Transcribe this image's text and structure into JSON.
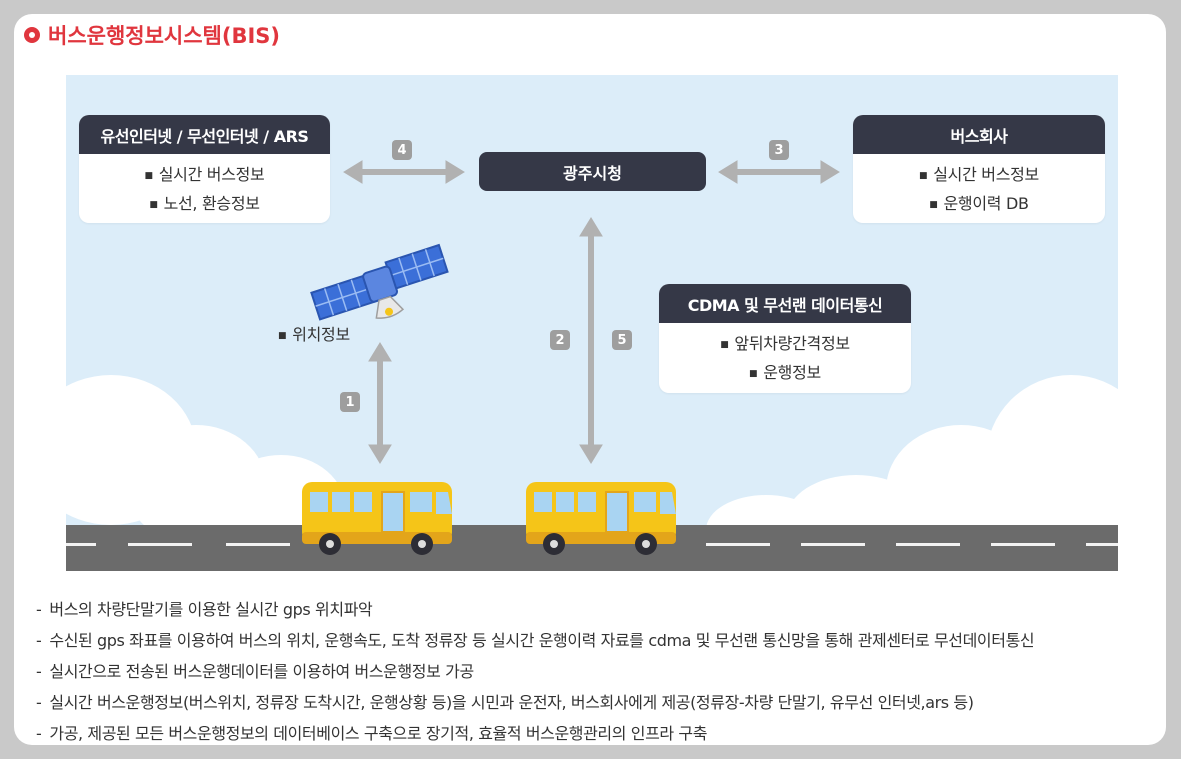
{
  "title": "버스운행정보시스템(BIS)",
  "diagram": {
    "internet_box": {
      "header": "유선인터넷 / 무선인터넷 / ARS",
      "items": [
        "실시간 버스정보",
        "노선, 환승정보"
      ]
    },
    "city_hall": "광주시청",
    "bus_company_box": {
      "header": "버스회사",
      "items": [
        "실시간 버스정보",
        "운행이력 DB"
      ]
    },
    "cdma_box": {
      "header": "CDMA 및 무선랜 데이터통신",
      "items": [
        "앞뒤차량간격정보",
        "운행정보"
      ]
    },
    "position_label": "위치정보",
    "steps": [
      "1",
      "2",
      "3",
      "4",
      "5"
    ]
  },
  "notes": [
    "버스의 차량단말기를 이용한 실시간 gps 위치파악",
    "수신된 gps 좌표를 이용하여 버스의 위치, 운행속도, 도착 정류장 등 실시간 운행이력 자료를 cdma 및 무선랜 통신망을 통해 관제센터로 무선데이터통신",
    "실시간으로 전송된 버스운행데이터를 이용하여 버스운행정보 가공",
    "실시간 버스운행정보(버스위치, 정류장 도착시간, 운행상황 등)을 시민과 운전자, 버스회사에게 제공(정류장-차량 단말기, 유무선 인터넷,ars 등)",
    "가공, 제공된 모든 버스운행정보의 데이터베이스 구축으로 장기적, 효율적 버스운행관리의 인프라 구축"
  ],
  "note_marker": "-"
}
